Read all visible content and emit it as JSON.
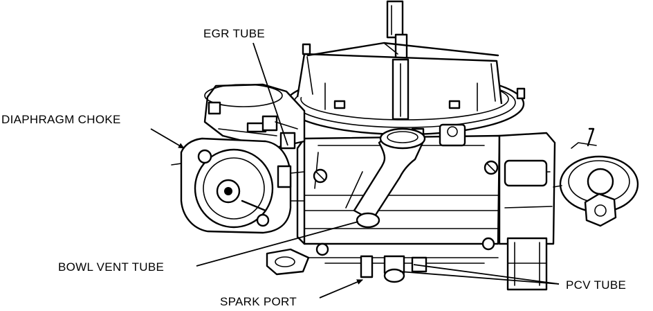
{
  "labels": {
    "egr_tube": "EGR TUBE",
    "diaphragm_choke": "DIAPHRAGM CHOKE",
    "bowl_vent_tube": "BOWL VENT TUBE",
    "spark_port": "SPARK PORT",
    "pcv_tube": "PCV TUBE"
  }
}
